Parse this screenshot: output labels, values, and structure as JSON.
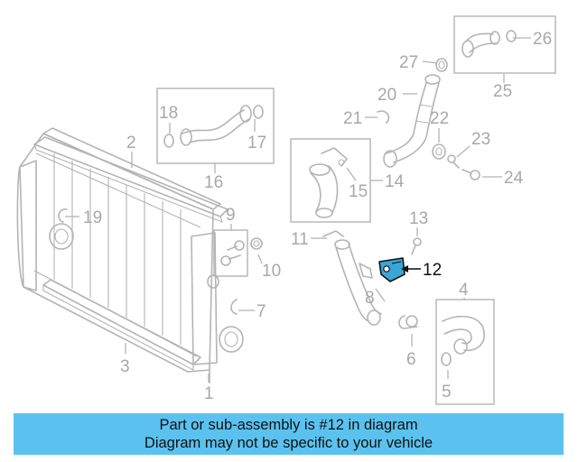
{
  "diagram": {
    "highlighted_part": "12",
    "callouts": [
      {
        "id": "1",
        "text": "1"
      },
      {
        "id": "2",
        "text": "2"
      },
      {
        "id": "3",
        "text": "3"
      },
      {
        "id": "4",
        "text": "4"
      },
      {
        "id": "5",
        "text": "5"
      },
      {
        "id": "6",
        "text": "6"
      },
      {
        "id": "7",
        "text": "7"
      },
      {
        "id": "8",
        "text": "8"
      },
      {
        "id": "9",
        "text": "9"
      },
      {
        "id": "10",
        "text": "10"
      },
      {
        "id": "11",
        "text": "11"
      },
      {
        "id": "12",
        "text": "12"
      },
      {
        "id": "13",
        "text": "13"
      },
      {
        "id": "14",
        "text": "14"
      },
      {
        "id": "15",
        "text": "15"
      },
      {
        "id": "16",
        "text": "16"
      },
      {
        "id": "17",
        "text": "17"
      },
      {
        "id": "18",
        "text": "18"
      },
      {
        "id": "19",
        "text": "19"
      },
      {
        "id": "20",
        "text": "20"
      },
      {
        "id": "21",
        "text": "21"
      },
      {
        "id": "22",
        "text": "22"
      },
      {
        "id": "23",
        "text": "23"
      },
      {
        "id": "24",
        "text": "24"
      },
      {
        "id": "25",
        "text": "25"
      },
      {
        "id": "26",
        "text": "26"
      },
      {
        "id": "27",
        "text": "27"
      }
    ],
    "colors": {
      "line": "#b4b4b4",
      "highlight_part": "#3aa6d8",
      "highlight_text": "#111111",
      "banner": "#5bc2ef"
    }
  },
  "banner": {
    "line1": "Part or sub-assembly is #12 in diagram",
    "line2": "Diagram may not be specific to your vehicle"
  }
}
